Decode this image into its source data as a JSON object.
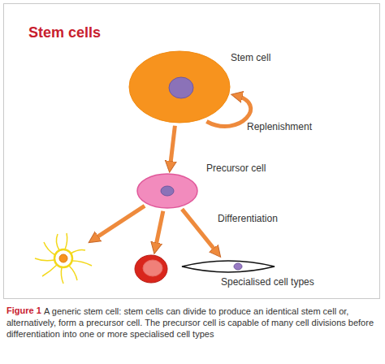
{
  "diagram": {
    "title": "Stem cells",
    "caption": "A generic stem cell: stem cells can divide to produce an identical stem cell or, alternatively, form a precursor cell. The precursor cell is capable of many cell divisions before differentiation into one or more specialised cell types",
    "nodes": [
      {
        "text": [
          "Stem cell"
        ]
      },
      {
        "text": [
          "Precursor cell"
        ]
      },
      {
        "text": []
      },
      {
        "text": []
      },
      {
        "text": []
      }
    ],
    "edges": [
      {
        "from": 0,
        "to": 1,
        "arrow": "to"
      },
      {
        "from": 0,
        "to": 0,
        "arrow": "to",
        "label": "Replenishment"
      },
      {
        "from": 1,
        "to": 2,
        "arrow": "to"
      },
      {
        "from": 1,
        "to": 3,
        "arrow": "to"
      },
      {
        "from": 1,
        "to": 4,
        "arrow": "to"
      }
    ],
    "labels": [
      "Differentiation",
      "Specialised cell types",
      "Figure 1"
    ]
  }
}
